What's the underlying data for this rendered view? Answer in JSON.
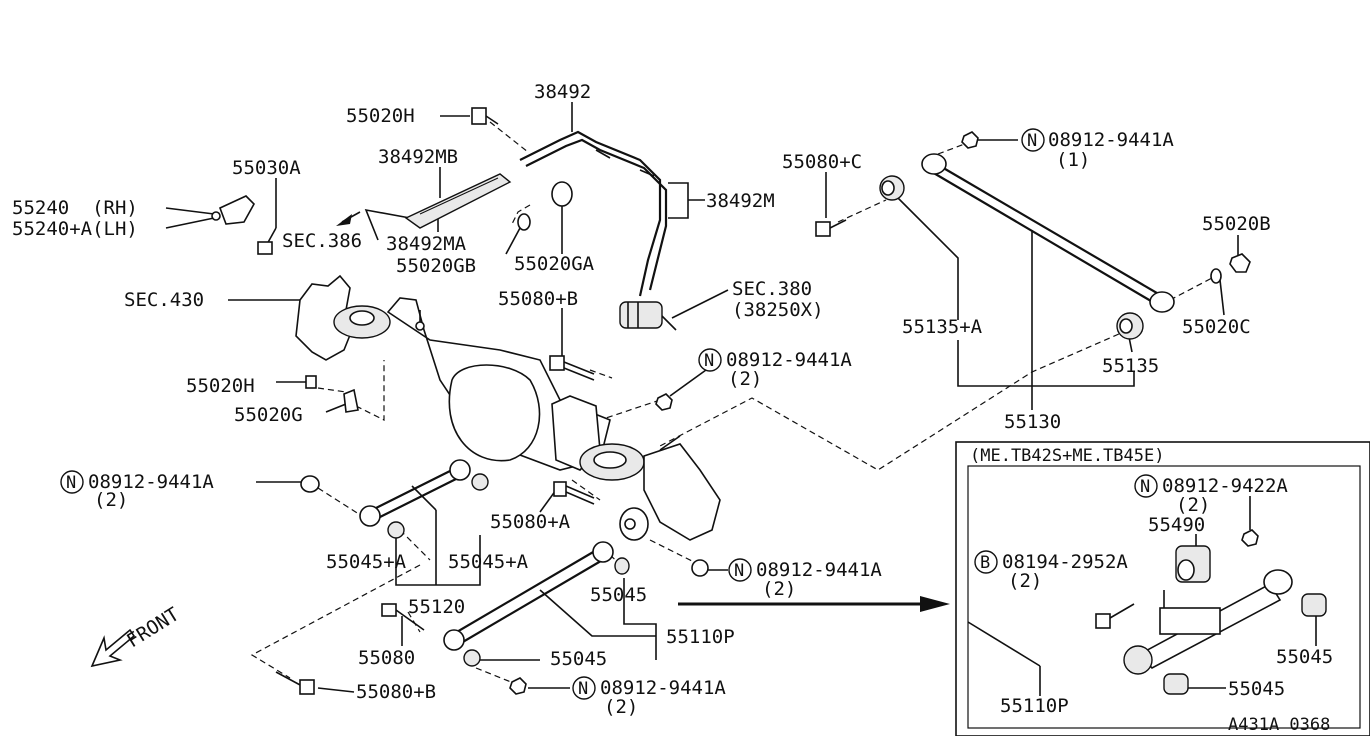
{
  "labels": {
    "p38492": "38492",
    "p55020h_top": "55020H",
    "p38492mb": "38492MB",
    "p55030a": "55030A",
    "p55240_rh": "55240  (RH)",
    "p55240a_lh": "55240+A(LH)",
    "sec386": "SEC.386",
    "p38492ma": "38492MA",
    "p55020gb": "55020GB",
    "p55020ga": "55020GA",
    "p38492m": "38492M",
    "p55080c": "55080+C",
    "n_top_right": "08912-9441A",
    "n_top_right_qty": "(1)",
    "p55020b": "55020B",
    "sec380": "SEC.380",
    "p38250x": "(38250X)",
    "p55080b_mid": "55080+B",
    "sec430": "SEC.430",
    "n_mid": "08912-9441A",
    "n_mid_qty": "(2)",
    "p55135a": "55135+A",
    "p55020c": "55020C",
    "p55135": "55135",
    "p55020h_left": "55020H",
    "p55020g": "55020G",
    "p55130": "55130",
    "n_left": "08912-9441A",
    "n_left_qty": "(2)",
    "p55080a": "55080+A",
    "p55045a_1": "55045+A",
    "p55045a_2": "55045+A",
    "n_lower": "08912-9441A",
    "n_lower_qty": "(2)",
    "p55045_mid": "55045",
    "p55120": "55120",
    "p55110p": "55110P",
    "p55080": "55080",
    "p55045_low": "55045",
    "p55080b_low": "55080+B",
    "n_bottom": "08912-9441A",
    "n_bottom_qty": "(2)",
    "front": "FRONT",
    "inset_title": "(ME.TB42S+ME.TB45E)",
    "inset_n": "08912-9422A",
    "inset_n_qty": "(2)",
    "inset_55490": "55490",
    "inset_b": "08194-2952A",
    "inset_b_qty": "(2)",
    "inset_55045_a": "55045",
    "inset_55045_b": "55045",
    "inset_55110p": "55110P",
    "diagram_code": "A431A 0368"
  },
  "symbols": {
    "nut_mark": "N",
    "bolt_mark": "B"
  },
  "icons": [
    "front-arrow-icon",
    "nut-symbol-icon",
    "bolt-symbol-icon"
  ]
}
